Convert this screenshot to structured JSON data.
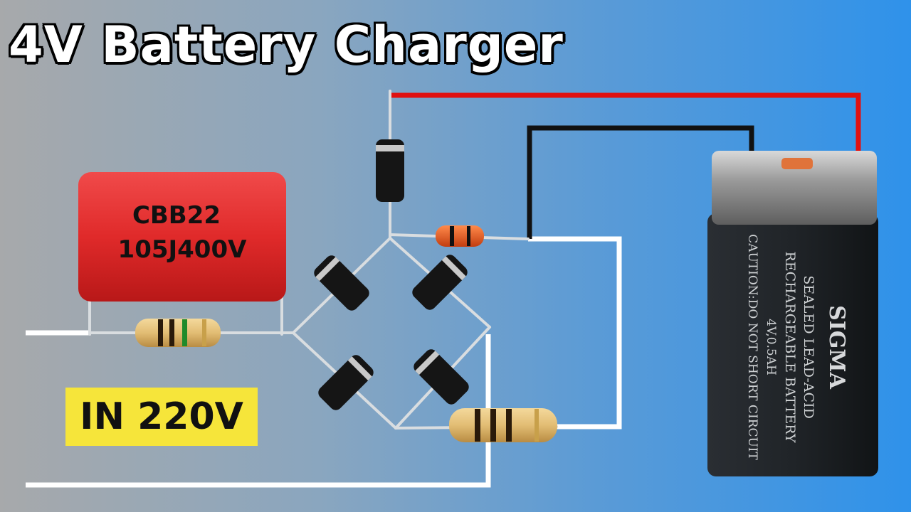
{
  "title": "4V Battery Charger",
  "input_label": "IN 220V",
  "capacitor": {
    "line1": "CBB22",
    "line2": "105J400V"
  },
  "battery": {
    "brand": "SIGMA",
    "line1": "SEALED LEAD-ACID",
    "line2": "RECHARGEABLE BATTERY",
    "line3": "4V,0.5AH",
    "line4": "CAUTION:DO NOT SHORT CIRCUIT"
  },
  "colors": {
    "wire": "#ffffff",
    "positive_wire": "#e01010",
    "negative_wire": "#111111",
    "capacitor": "#e32b2b",
    "label_background": "#f6e53a",
    "battery_body": "#1c1f23"
  },
  "icons": [
    "capacitor-icon",
    "resistor-icon",
    "diode-icon",
    "led-icon",
    "battery-icon"
  ]
}
